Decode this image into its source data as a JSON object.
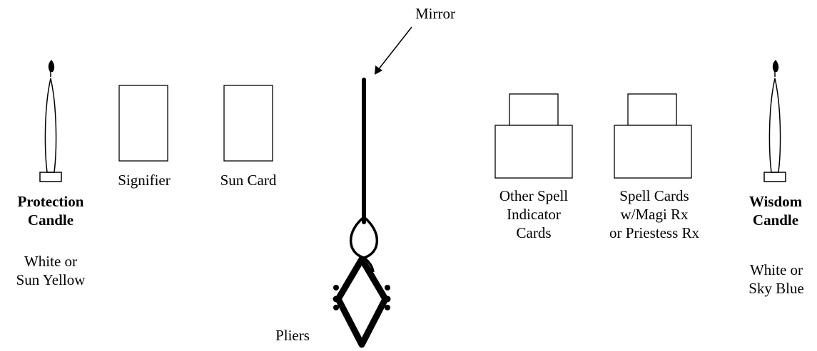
{
  "labels": {
    "mirror": "Mirror",
    "pliers": "Pliers",
    "signifier": "Signifier",
    "sun_card": "Sun Card",
    "other_spell": [
      "Other Spell",
      "Indicator",
      "Cards"
    ],
    "spell_cards": [
      "Spell Cards",
      "w/Magi Rx",
      "or Priestess Rx"
    ],
    "protection_candle": {
      "name": [
        "Protection",
        "Candle"
      ],
      "colors": [
        "White or",
        "Sun Yellow"
      ]
    },
    "wisdom_candle": {
      "name": [
        "Wisdom",
        "Candle"
      ],
      "colors": [
        "White or",
        "Sky Blue"
      ]
    }
  },
  "colors": {
    "ink": "#000000",
    "background": "#ffffff"
  }
}
